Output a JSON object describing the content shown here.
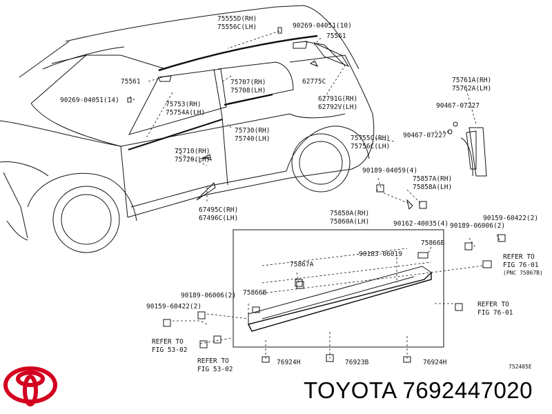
{
  "labels": {
    "l75555": [
      "75555D(RH)",
      "75556C(LH)"
    ],
    "l90269_10": "90269-04051(10)",
    "l75561_top": "75561",
    "l75561_left": "75561",
    "l90269_14": "90269-04051(14)",
    "l75753": [
      "75753(RH)",
      "75754A(LH)"
    ],
    "l75707": [
      "75707(RH)",
      "75708(LH)"
    ],
    "l62775": "62775C",
    "l62791": [
      "62791G(RH)",
      "62792V(LH)"
    ],
    "l75730": [
      "75730(RH)",
      "75740(LH)"
    ],
    "l75710": [
      "75710(RH)",
      "75720(LH)"
    ],
    "l67495": [
      "67495C(RH)",
      "67496C(LH)"
    ],
    "l75761": [
      "75761A(RH)",
      "75762A(LH)"
    ],
    "l90467_a": "90467-07227",
    "l90467_b": "90467-07227",
    "l75755": [
      "75755C(RH)",
      "75756C(LH)"
    ],
    "l90189_4": "90189-04059(4)",
    "l75857": [
      "75857A(RH)",
      "75858A(LH)"
    ],
    "l75850": [
      "75850A(RH)",
      "75860A(LH)"
    ],
    "l90162": "90162-40035(4)",
    "l90189_2r": "90189-06006(2)",
    "l90159_2r": "90159-60422(2)",
    "l75866B_r": "75866B",
    "l90183": "90183-06019",
    "l75867A": "75867A",
    "l75866B_l": "75866B",
    "l90189_2l": "90189-06006(2)",
    "l90159_2l": "90159-60422(2)",
    "l76924_l": "76924H",
    "l76923": "76923B",
    "l76924_r": "76924H",
    "l752405": "752405E",
    "refer_fig76_a": [
      "REFER TO",
      "FIG 76-01",
      "(PNC 75867B)"
    ],
    "refer_fig76_b": [
      "REFER TO",
      "FIG 76-01"
    ],
    "refer_fig53_a": [
      "REFER TO",
      "FIG 53-02"
    ],
    "refer_fig53_b": [
      "REFER TO",
      "FIG 53-02"
    ]
  },
  "footer": {
    "title": "TOYOTA 7692447020",
    "logo_icon": "toyota-emblem-icon",
    "logo_color": "#d3001f"
  },
  "colors": {
    "line": "#111111",
    "background": "#ffffff"
  }
}
